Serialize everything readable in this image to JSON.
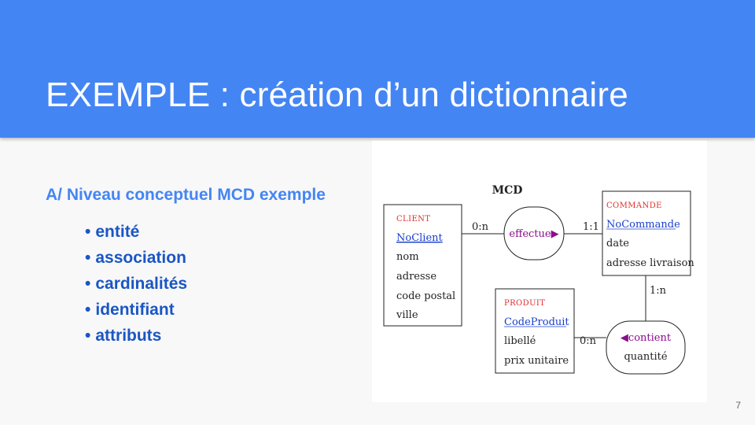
{
  "slide": {
    "title": "EXEMPLE : création d’un dictionnaire",
    "subtitle": "A/ Niveau conceptuel MCD exemple",
    "bullets": [
      "entité",
      "association",
      "cardinalités",
      "identifiant",
      "attributs"
    ],
    "page_number": "7"
  },
  "diagram": {
    "title": "MCD",
    "entities": {
      "client": {
        "name": "CLIENT",
        "identifier": "NoClient",
        "attributes": [
          "nom",
          "adresse",
          "code postal",
          "ville"
        ]
      },
      "commande": {
        "name": "COMMANDE",
        "identifier": "NoCommande",
        "attributes": [
          "date",
          "adresse livraison"
        ]
      },
      "produit": {
        "name": "PRODUIT",
        "identifier": "CodeProduit",
        "attributes": [
          "libellé",
          "prix unitaire"
        ]
      }
    },
    "associations": {
      "effectue": {
        "label": "effectue",
        "arrow": "▶"
      },
      "contient": {
        "label": "contient",
        "arrow": "◀",
        "attribute": "quantité"
      }
    },
    "cardinalities": {
      "client_effectue": "0:n",
      "effectue_commande": "1:1",
      "commande_contient": "1:n",
      "produit_contient": "0:n"
    }
  },
  "colors": {
    "header_bg": "#4485f4",
    "subtitle": "#4485f4",
    "bullets": "#1a56c4",
    "entity_name": "#e0302f",
    "identifier": "#1a3fcc",
    "association": "#8b0d8c"
  }
}
